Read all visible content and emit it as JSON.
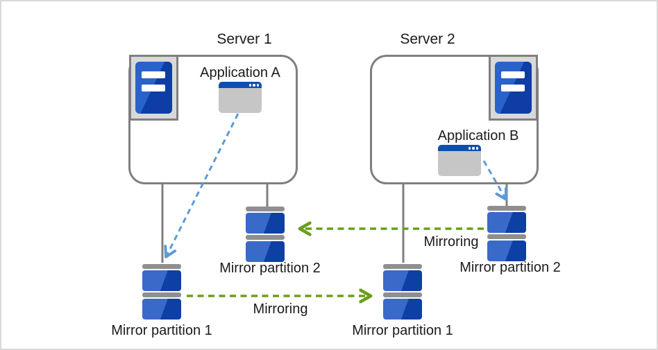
{
  "servers": [
    {
      "label": "Server 1",
      "application": "Application A"
    },
    {
      "label": "Server 2",
      "application": "Application B"
    }
  ],
  "partitions": {
    "left_upper": "Mirror partition 2",
    "left_lower": "Mirror partition 1",
    "right_lower": "Mirror partition 1",
    "right_upper": "Mirror partition 2"
  },
  "arrows": {
    "top_label": "Mirroring",
    "bottom_label": "Mirroring"
  },
  "icons": {
    "server": "server-tower-icon",
    "application": "app-window-icon",
    "partition": "disk-partition-icon"
  },
  "colors": {
    "box_border": "#7f7f7f",
    "connector_gray": "#7f7f7f",
    "app_arrow_blue": "#5b9bd5",
    "mirroring_arrow_green": "#6a9e19",
    "disk_blue_light": "#3a6ac9",
    "disk_blue_dark": "#0e3fa5",
    "tower_blue_light": "#2a62cc",
    "tower_blue_dark": "#0e3da6",
    "titlebar_blue": "#0a50b0",
    "icon_frame_gray": "#d9d9d9",
    "window_body_gray": "#c6c6c6",
    "disk_cap_gray": "#8f8f8f"
  }
}
